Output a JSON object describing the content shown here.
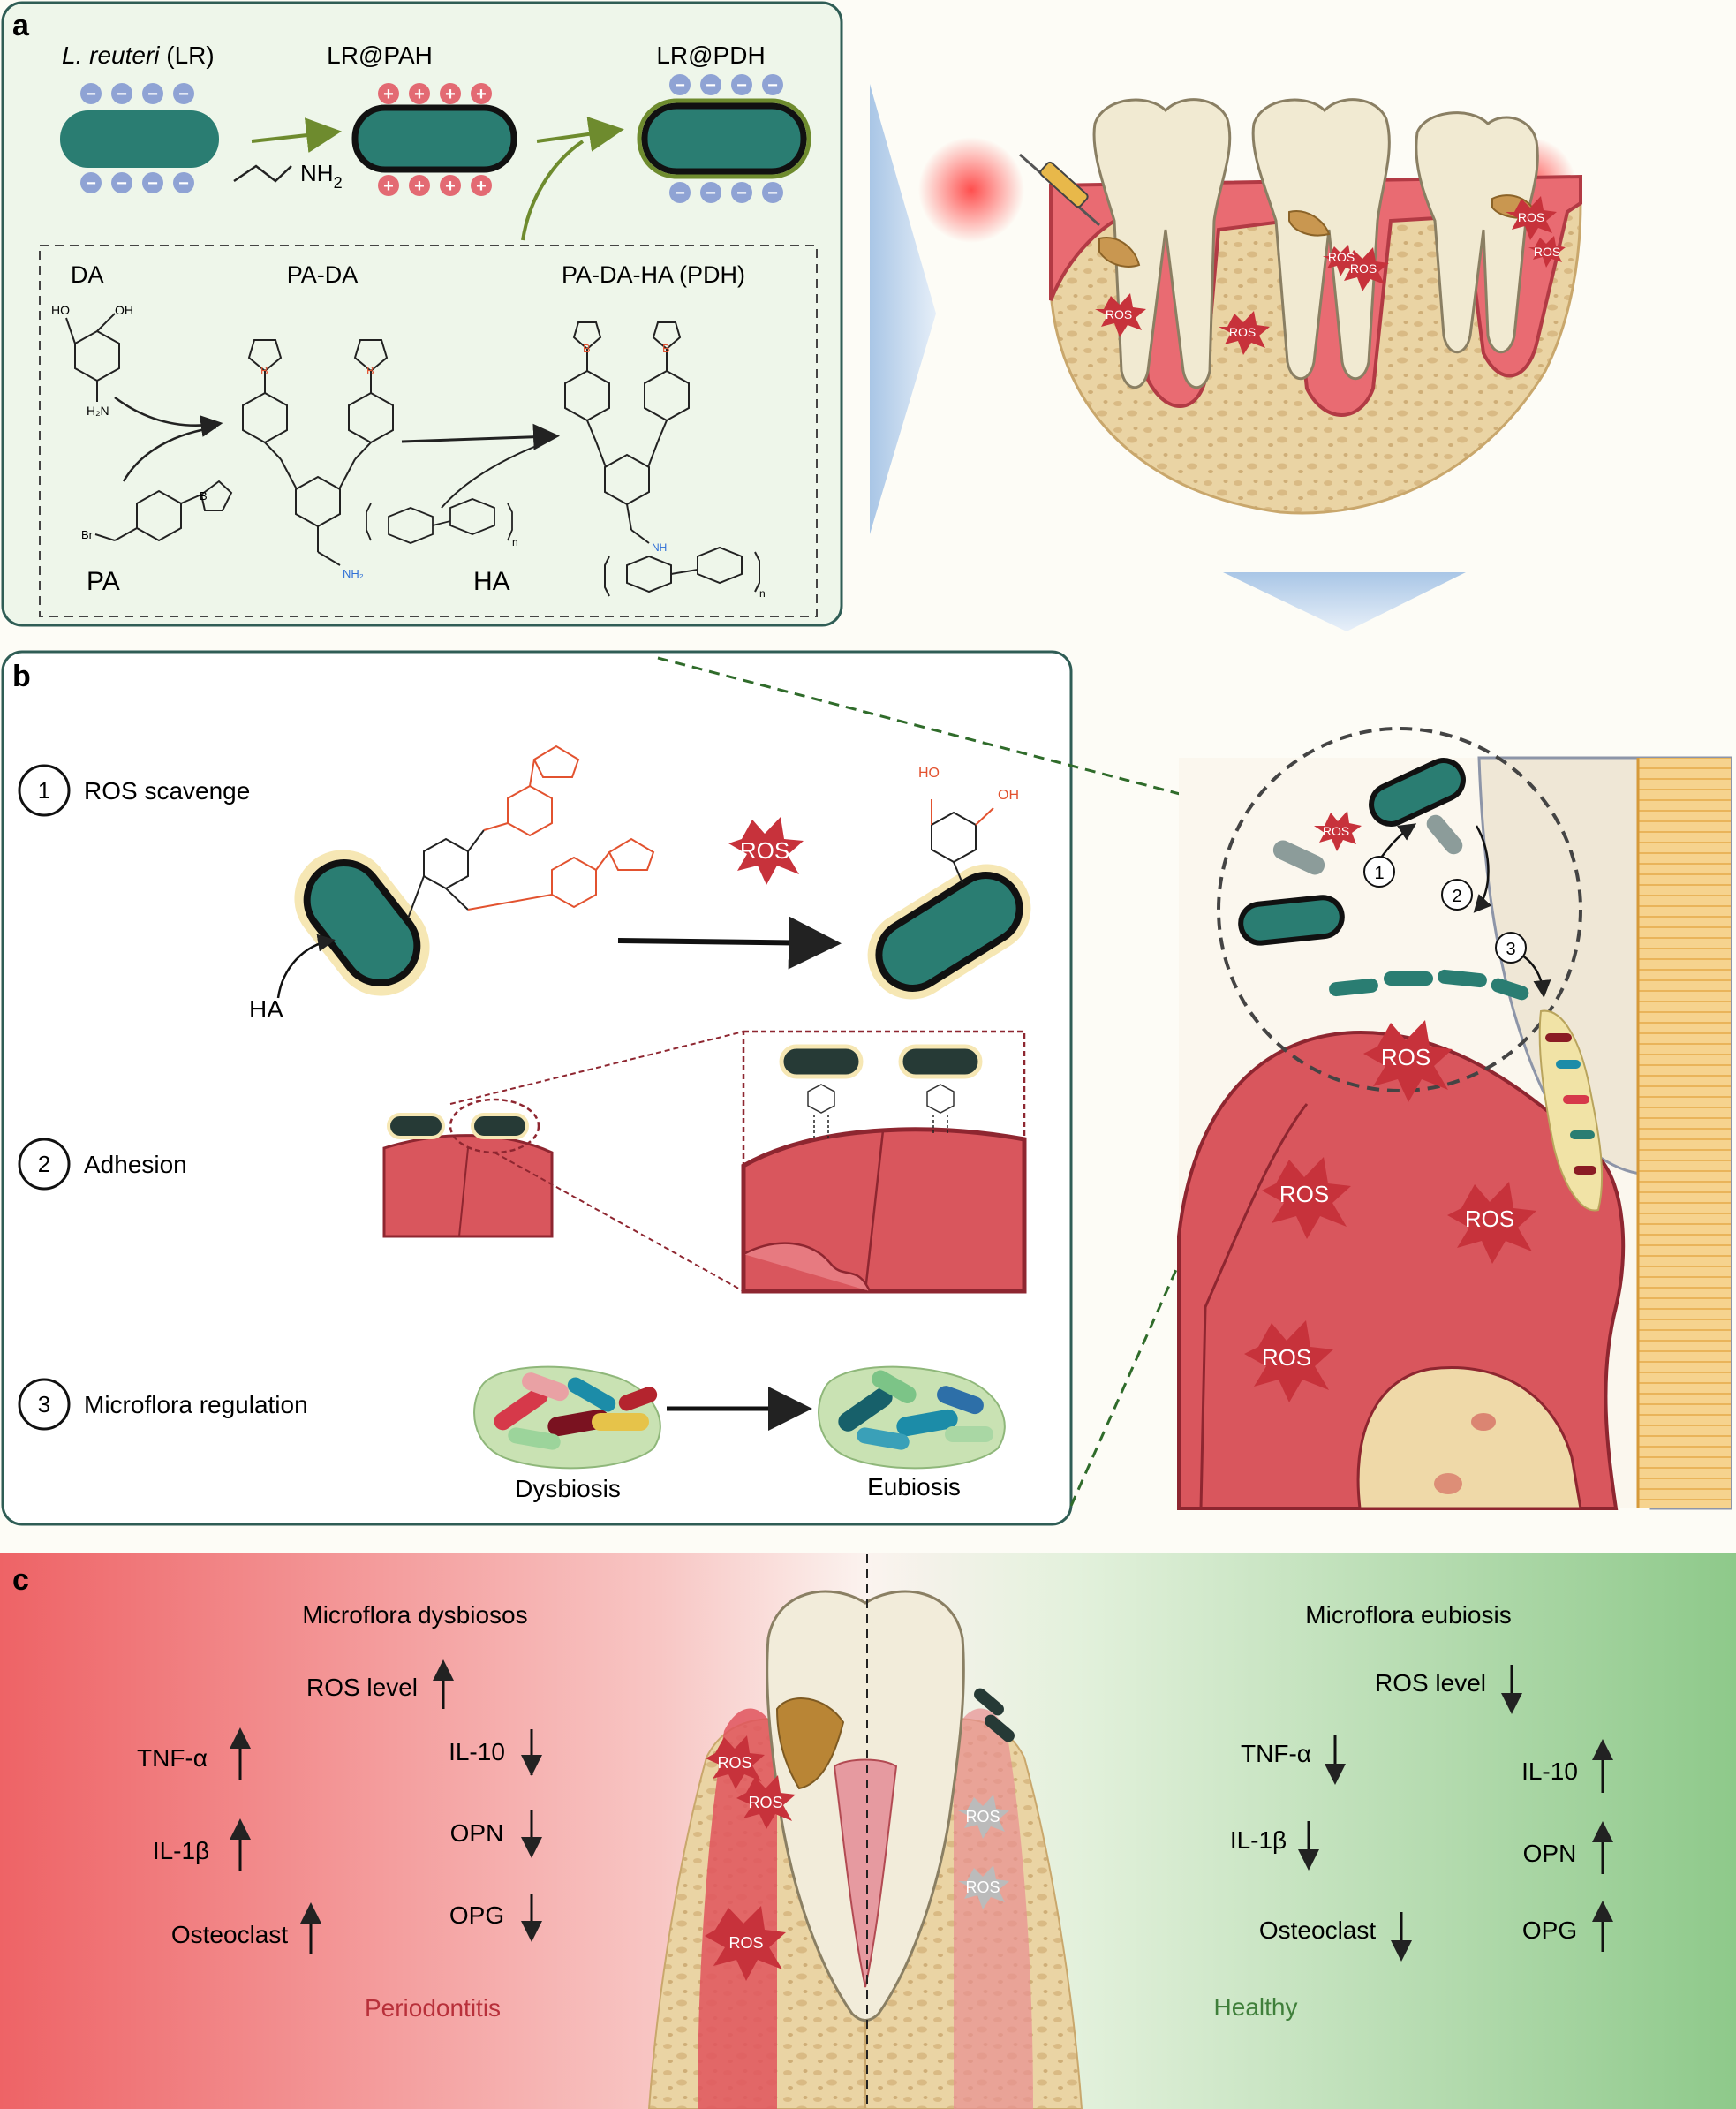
{
  "panel_a": {
    "letter": "a",
    "lr_label_italic": "L. reuteri",
    "lr_label_rest": " (LR)",
    "lr_pah_label": "LR@PAH",
    "lr_pdh_label": "LR@PDH",
    "nh2_label": "NH",
    "nh2_sub": "2",
    "da_label": "DA",
    "pa_da_label": "PA-DA",
    "pdh_label": "PA-DA-HA (PDH)",
    "pa_label": "PA",
    "ha_label": "HA",
    "minus_sign": "−",
    "plus_sign": "+",
    "chem_ho": "HO",
    "chem_oh": "OH",
    "chem_h2n": "H₂N",
    "chem_nh2": "NH₂",
    "chem_br": "Br",
    "chem_b": "B",
    "chem_o": "O",
    "chem_nh": "NH",
    "chem_n": "n"
  },
  "panel_top_right": {
    "ros_label": "ROS"
  },
  "panel_b": {
    "letter": "b",
    "step1_num": "1",
    "step1_label": "ROS scavenge",
    "step2_num": "2",
    "step2_label": "Adhesion",
    "step3_num": "3",
    "step3_label": "Microflora regulation",
    "ha_label": "HA",
    "ros_label": "ROS",
    "dysbiosis_label": "Dysbiosis",
    "eubiosis_label": "Eubiosis",
    "chem_ho": "HO",
    "chem_oh": "OH"
  },
  "panel_b_right": {
    "ros_label": "ROS",
    "num_1": "1",
    "num_2": "2",
    "num_3": "3"
  },
  "panel_c": {
    "letter": "c",
    "left_title": "Microflora dysbiosos",
    "left_ros": "ROS level",
    "left_tnf": "TNF-α",
    "left_il1b": "IL-1β",
    "left_osteoclast": "Osteoclast",
    "left_il10": "IL-10",
    "left_opn": "OPN",
    "left_opg": "OPG",
    "left_state": "Periodontitis",
    "right_title": "Microflora eubiosis",
    "right_ros": "ROS level",
    "right_tnf": "TNF-α",
    "right_il1b": "IL-1β",
    "right_osteoclast": "Osteoclast",
    "right_il10": "IL-10",
    "right_opn": "OPN",
    "right_opg": "OPG",
    "right_state": "Healthy",
    "ros_label": "ROS"
  },
  "colors": {
    "bacteria": "#2a7d72",
    "negative": "#8fa3d4",
    "positive": "#e36a73",
    "arrow_green": "#6e8b2e",
    "boronic_red": "#e2522f",
    "amine_blue": "#2f6fd6",
    "ros_red": "#c7323b",
    "gum": "#d8545c",
    "periodontitis_text": "#b8303a",
    "healthy_text": "#3f7f3a",
    "panel_border": "#2f5d55"
  }
}
